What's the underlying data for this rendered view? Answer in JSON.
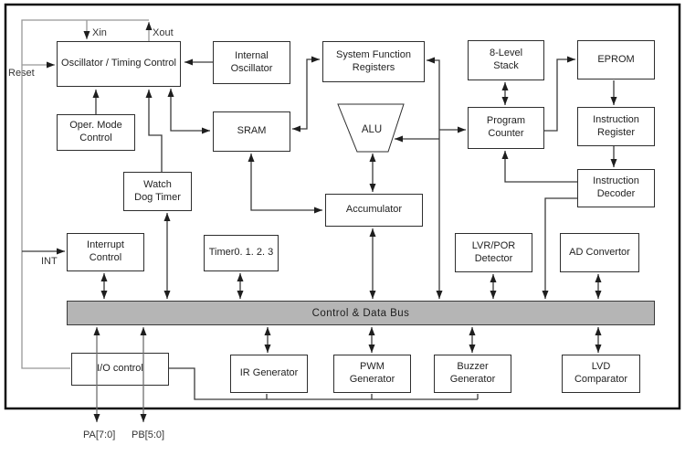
{
  "diagram": {
    "bus": {
      "label": "Control & Data Bus"
    },
    "blocks": {
      "oscillator_timing_control": "Oscillator / Timing Control",
      "oper_mode_control": "Oper. Mode Control",
      "internal_oscillator": "Internal Oscillator",
      "system_function_registers": "System Function Registers",
      "stack": "8-Level Stack",
      "eprom": "EPROM",
      "sram": "SRAM",
      "alu": "ALU",
      "program_counter": "Program Counter",
      "instruction_register": "Instruction Register",
      "instruction_decoder": "Instruction Decoder",
      "watch_dog_timer": "Watch Dog Timer",
      "accumulator": "Accumulator",
      "interrupt_control": "Interrupt Control",
      "timers": "Timer0. 1. 2. 3",
      "lvr_por_detector": "LVR/POR Detector",
      "ad_convertor": "AD Convertor",
      "io_control": "I/O control",
      "ir_generator": "IR Generator",
      "pwm_generator": "PWM Generator",
      "buzzer_generator": "Buzzer Generator",
      "lvd_comparator": "LVD Comparator"
    },
    "pins": {
      "xin": "Xin",
      "xout": "Xout",
      "reset": "Reset",
      "int": "INT",
      "port_a": "PA[7:0]",
      "port_b": "PB[5:0]"
    },
    "colors": {
      "line": "#3a3a3a",
      "rail": "#979797",
      "bus_fill": "#b5b5b5",
      "box_border": "#2e2e2e"
    }
  }
}
